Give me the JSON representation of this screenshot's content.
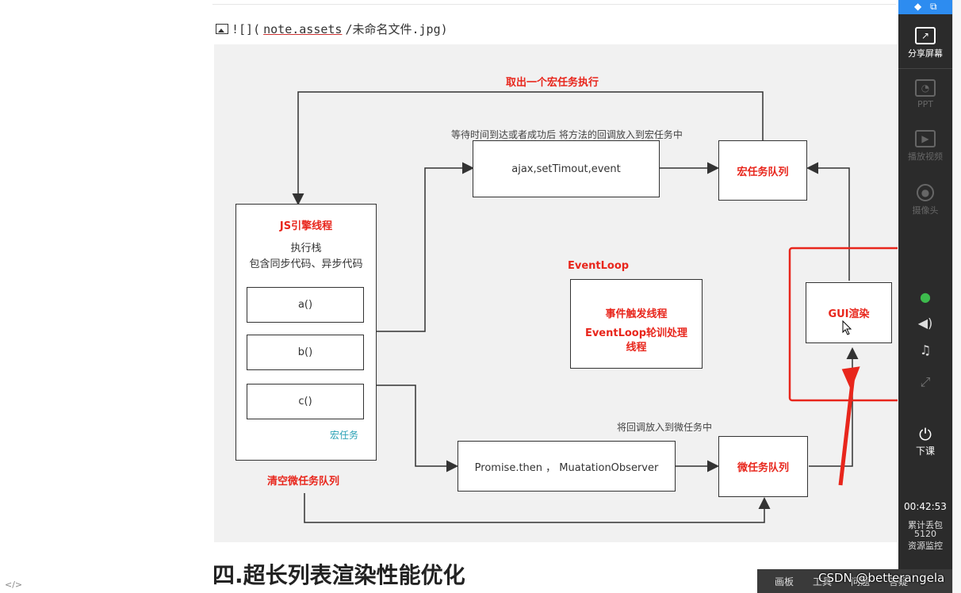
{
  "markdown_line": {
    "prefix": "![](",
    "link": "note.assets",
    "rest": "/未命名文件.jpg)"
  },
  "diagram": {
    "top_label": "取出一个宏任务执行",
    "wait_label": "等待时间到达或者成功后 将方法的回调放入到宏任务中",
    "ajax_box": "ajax,setTimout,event",
    "macro_queue": "宏任务队列",
    "js_thread": {
      "title": "JS引擎线程",
      "line1": "执行栈",
      "line2": "包含同步代码、异步代码",
      "a": "a()",
      "b": "b()",
      "c": "c()",
      "macro_tag": "宏任务"
    },
    "eventloop_label": "EventLoop",
    "event_box": {
      "line1": "事件触发线程",
      "line2": "EventLoop轮训处理",
      "line3": "线程"
    },
    "gui": "GUI渲染",
    "micro_label": "将回调放入到微任务中",
    "promise_box": "Promise.then ，  MuatationObserver",
    "micro_queue": "微任务队列",
    "clear_label": "清空微任务队列"
  },
  "heading": "四.超长列表渲染性能优化",
  "code_toggle": "</>",
  "sidebar": {
    "share": "分享屏幕",
    "ppt": "PPT",
    "video": "播放视频",
    "camera": "摄像头",
    "end_class": "下课",
    "time": "00:42:53",
    "stat1": "累计丢包",
    "stat2": "5120",
    "stat3": "资源监控"
  },
  "bottom_bar": {
    "item1": "画板",
    "item2": "工具",
    "item3": "问题",
    "item4": "答疑"
  },
  "watermark": "CSDN @betterangela",
  "colors": {
    "accent_red": "#e8261c",
    "sidebar_bg": "#2b2b2b",
    "diagram_bg": "#f1f1f1"
  }
}
